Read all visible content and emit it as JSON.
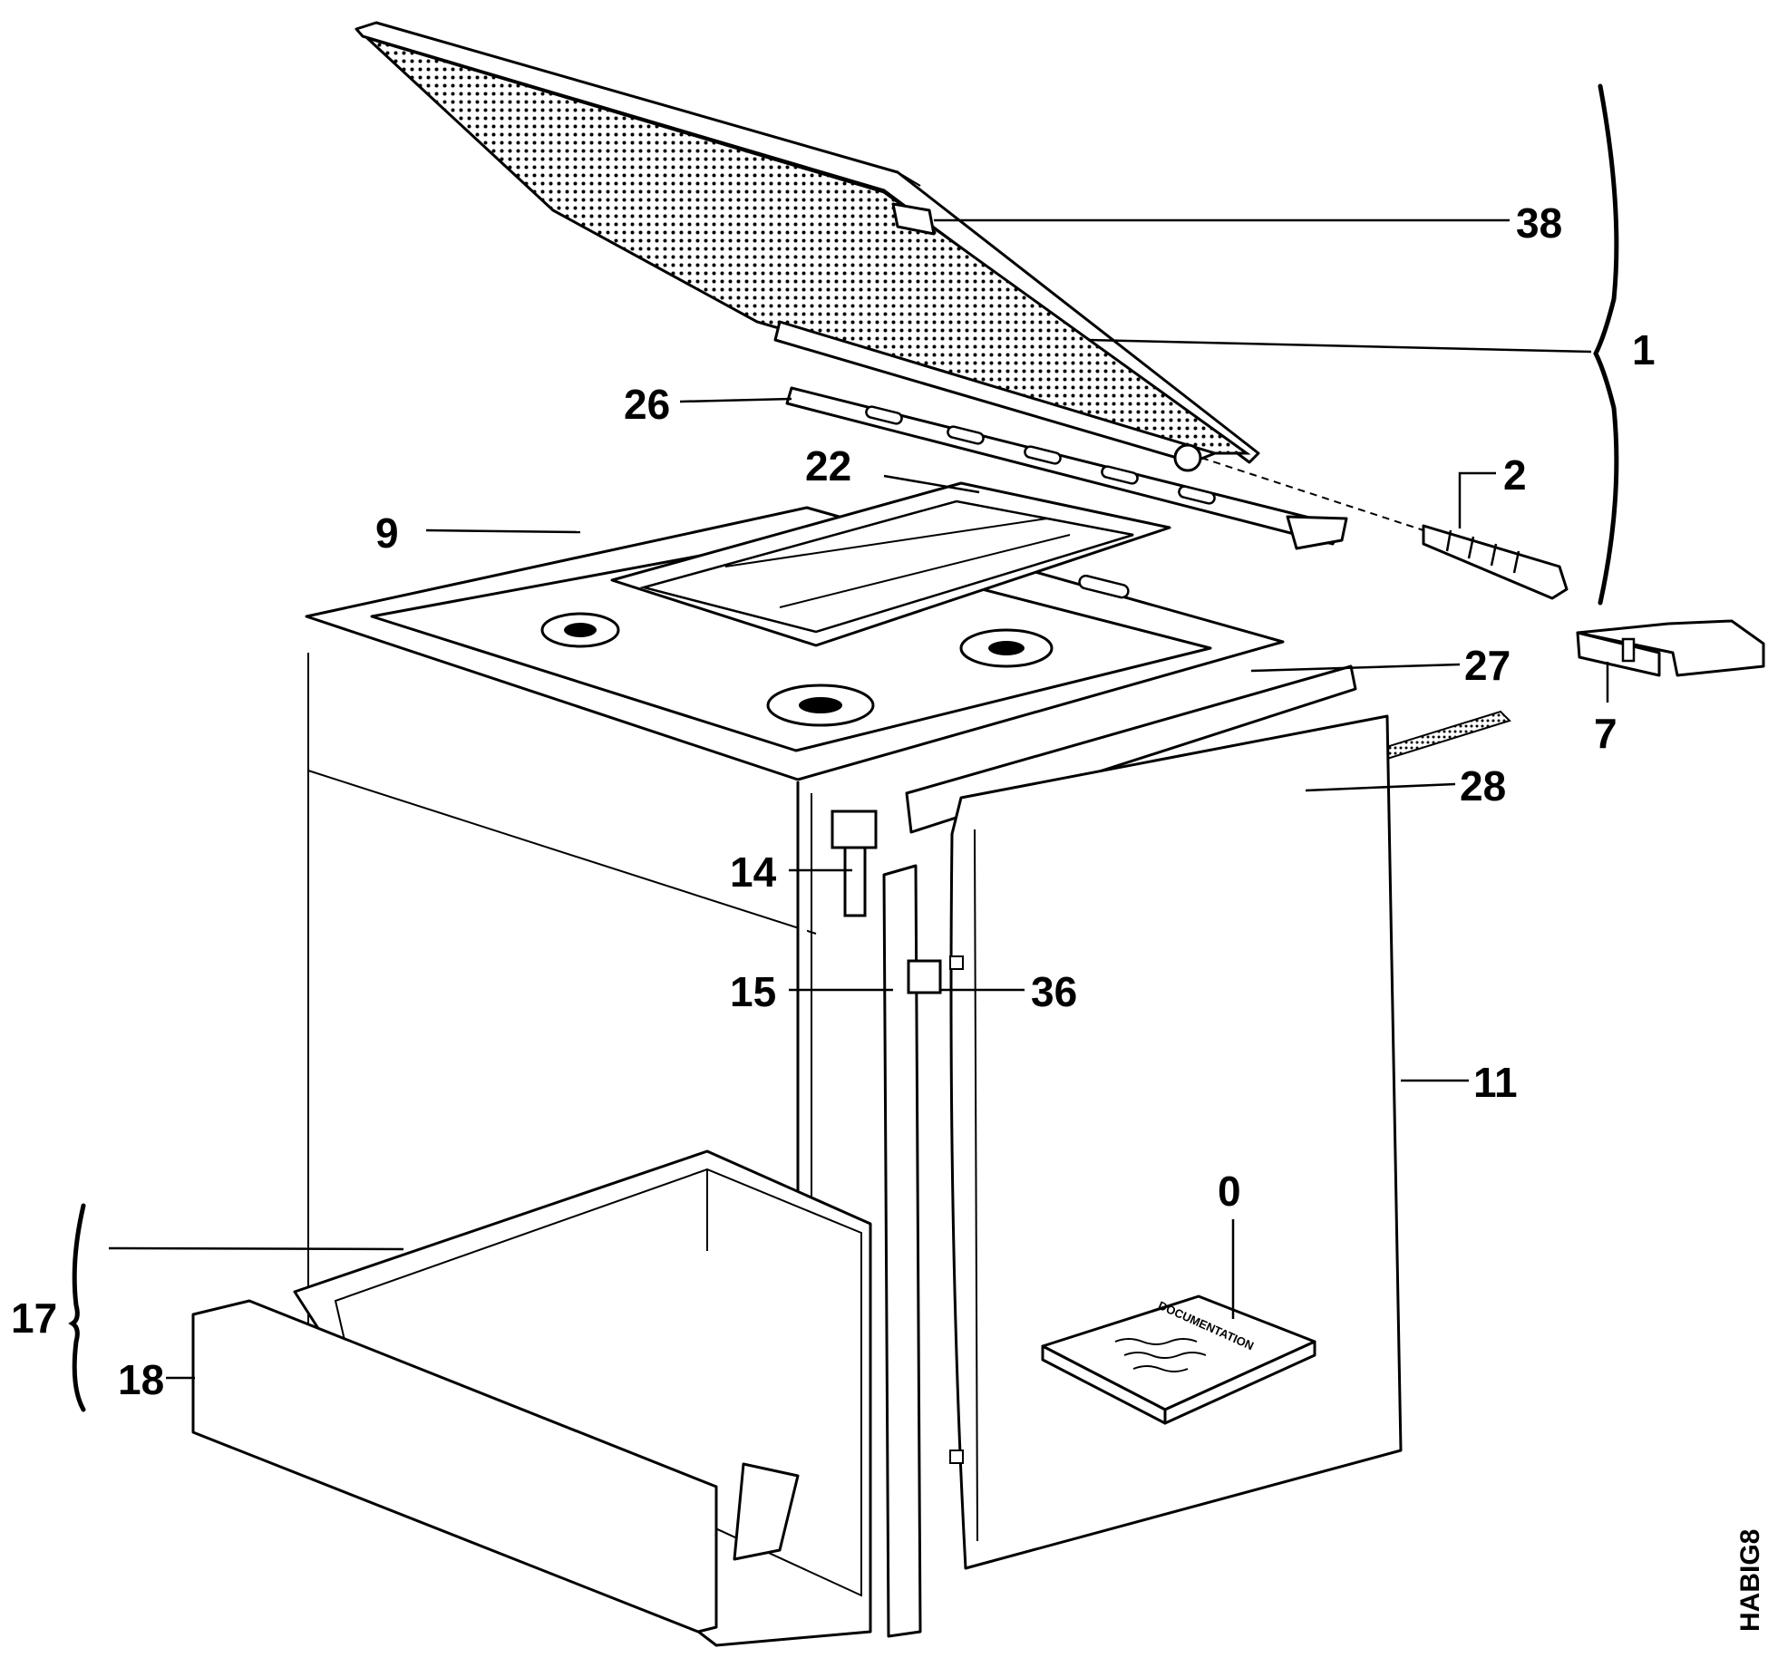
{
  "labels": {
    "p38": "38",
    "p1": "1",
    "p26": "26",
    "p22": "22",
    "p2": "2",
    "p9": "9",
    "p27": "27",
    "p7": "7",
    "p28": "28",
    "p14": "14",
    "p15": "15",
    "p36": "36",
    "p11": "11",
    "p0": "0",
    "p17": "17",
    "p18": "18"
  },
  "documentation_text": "DOCUMENTATION",
  "drawing_code": "HABIG8"
}
